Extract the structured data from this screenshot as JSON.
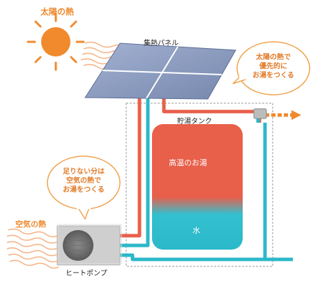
{
  "labels": {
    "sun": "太陽の熱",
    "panel": "集熱パネル",
    "tank": "貯湯タンク",
    "hot_water": "高温のお湯",
    "water": "水",
    "air_heat": "空気の熱",
    "heat_pump": "ヒートポンプ"
  },
  "bubbles": {
    "solar": [
      "太陽の熱で",
      "優先的に",
      "お湯をつくる"
    ],
    "air": [
      "足りない分は",
      "空気の熱で",
      "お湯をつくる"
    ]
  },
  "colors": {
    "orange": "#ef8a2e",
    "hot": "#e85f4a",
    "cold": "#2bb8c9",
    "panel": "#8c9cbf",
    "heat_pump_body": "#c9c9c9"
  }
}
